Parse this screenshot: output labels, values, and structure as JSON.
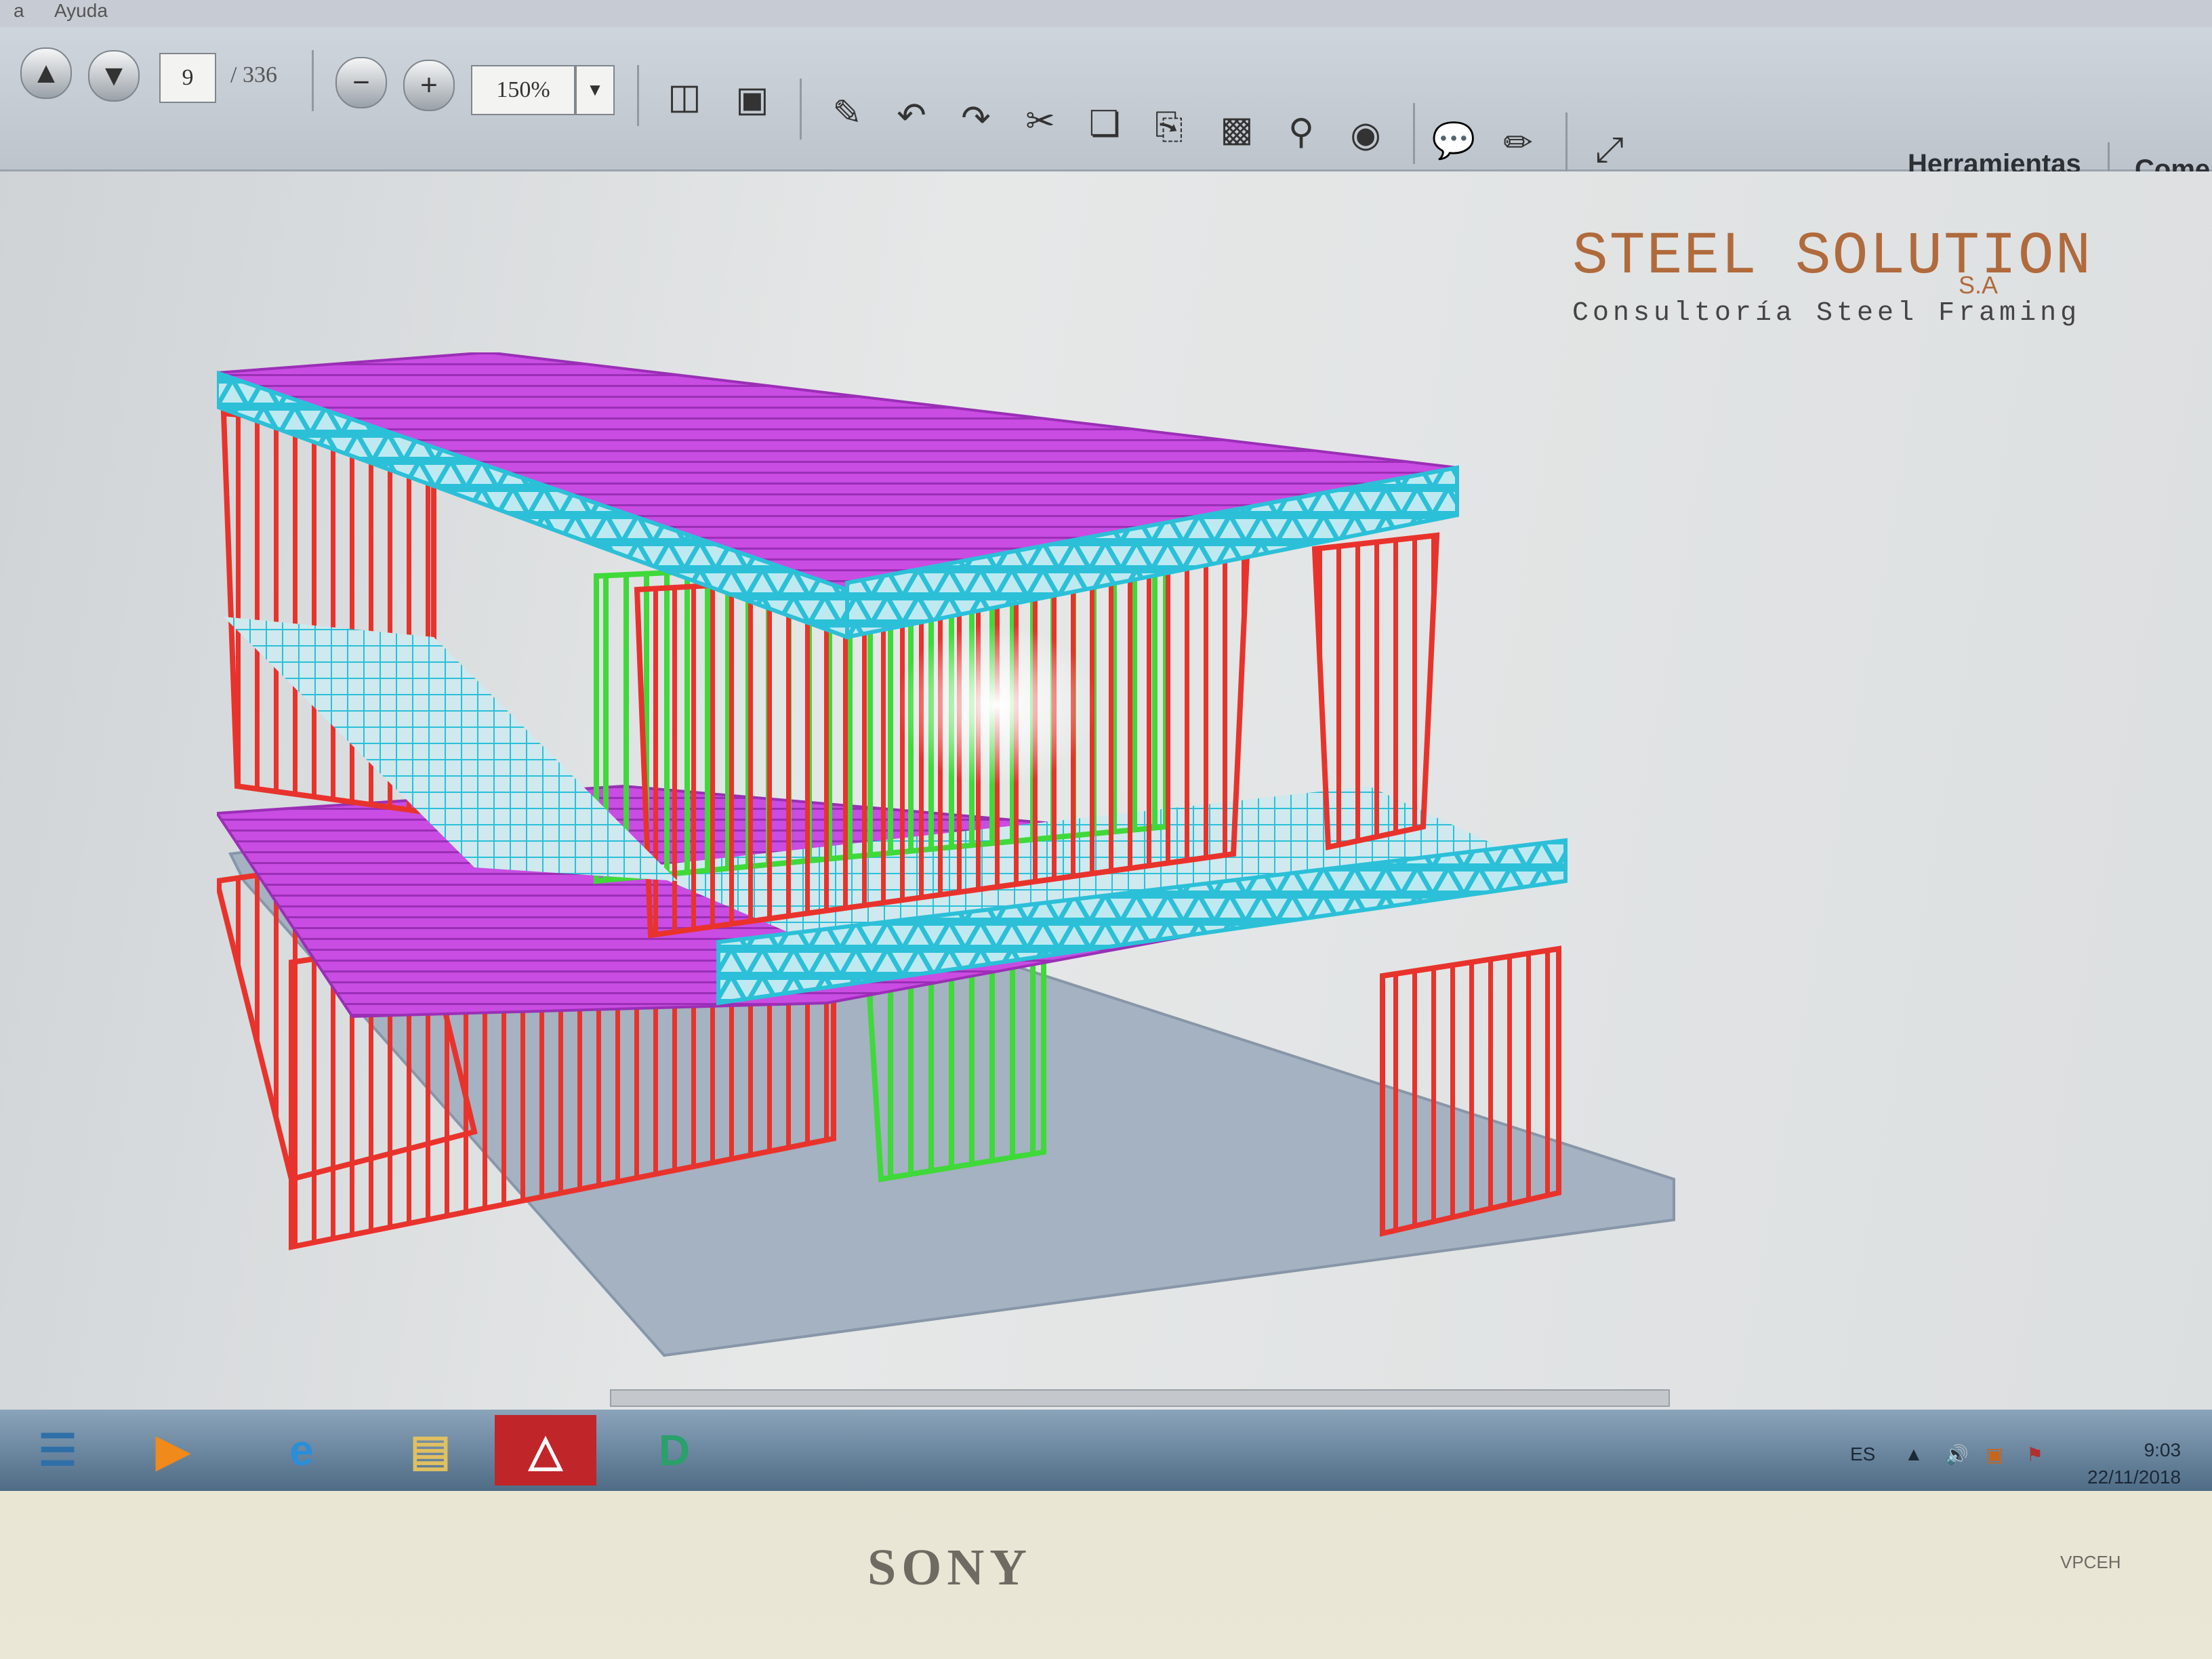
{
  "menu": {
    "items": [
      "a",
      "Ayuda"
    ]
  },
  "toolbar": {
    "page_current": "9",
    "page_total": "/ 336",
    "zoom": "150%",
    "tools_label": "Herramientas",
    "comment_label": "Come"
  },
  "document": {
    "brand": "STEEL SOLUTION",
    "brand_suffix": "S.A",
    "tagline": "Consultoría Steel Framing"
  },
  "taskbar": {
    "apps": [
      "windows-explorer-icon",
      "media-player-icon",
      "internet-explorer-icon",
      "file-explorer-icon",
      "adobe-reader-icon",
      "d-app-icon"
    ],
    "lang": "ES",
    "time": "9:03",
    "date": "22/11/2018"
  },
  "monitor": {
    "logo": "SONY",
    "model": "VPCEH"
  },
  "colors": {
    "walls": "#e8332c",
    "trusses": "#2bc0d8",
    "floor": "#c94ce3",
    "bracing": "#3fd93a",
    "slab": "#a4b2c2"
  }
}
